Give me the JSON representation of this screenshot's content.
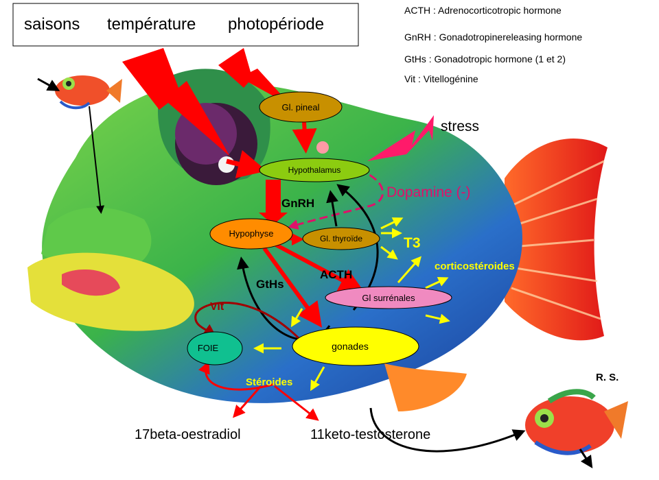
{
  "header": {
    "factors": [
      "saisons",
      "température",
      "photopériode"
    ]
  },
  "legend": [
    "ACTH : Adrenocorticotropic hormone",
    "GnRH : Gonadotropinereleasing  hormone",
    "GtHs : Gonadotropic hormone (1 et 2)",
    "Vit : Vitellogénine"
  ],
  "nodes": {
    "pineal": "Gl. pineal",
    "hypothalamus": "Hypothalamus",
    "hypophyse": "Hypophyse",
    "thyroide": "Gl. thyroïde",
    "surrenales": "Gl surrénales",
    "gonades": "gonades",
    "foie": "FOIE"
  },
  "labels": {
    "stress": "stress",
    "dopamine": "Dopamine (-)",
    "gnrh": "GnRH",
    "t3": "T3",
    "acth": "ACTH",
    "corticosteroides": "corticostéroides",
    "gths": "GtHs",
    "vit": "Vit",
    "steroides": "Stéroides",
    "oestradiol": "17beta-oestradiol",
    "testosterone": "11keto-testosterone",
    "rs": "R. S."
  },
  "colors": {
    "red": "#ff0000",
    "magenta": "#e0106a",
    "yellow": "#ffff00",
    "darkred": "#a00000"
  }
}
